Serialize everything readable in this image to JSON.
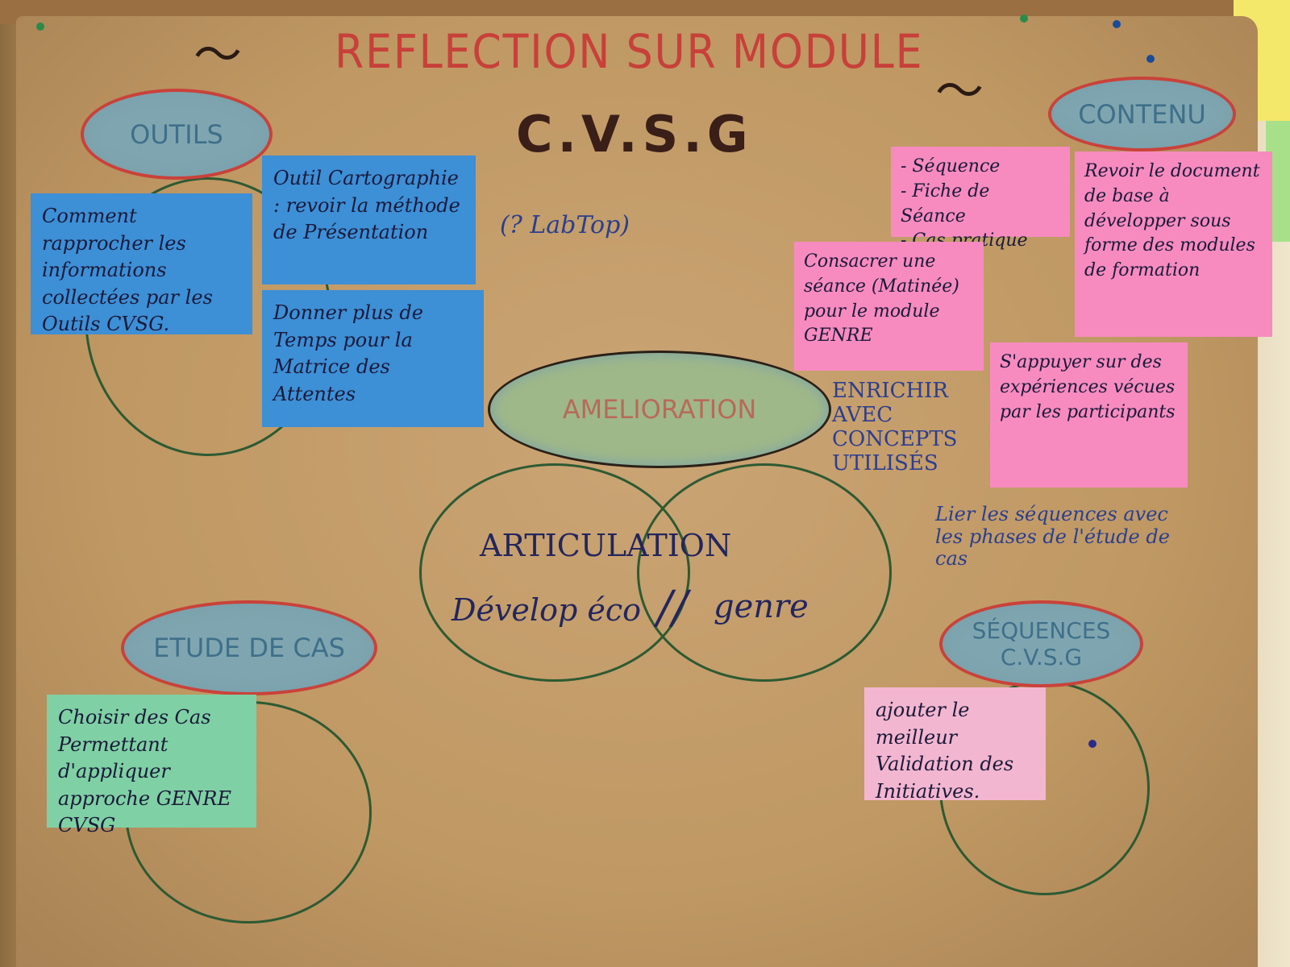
{
  "poster": {
    "title": "REFLECTION SUR MODULE",
    "subtitle": "C.V.S.G"
  },
  "clouds": {
    "outils": "OUTILS",
    "contenu": "CONTENU",
    "amelioration": "AMELIORATION",
    "etude_de_cas": "ETUDE DE CAS",
    "sequences": "SÉQUENCES C.V.S.G"
  },
  "notes": {
    "outils_1": "Comment rapprocher les informations collectées par les Outils CVSG.",
    "outils_2": "Outil Cartographie : revoir la méthode de Présentation",
    "outils_3": "Donner plus de Temps pour la Matrice des Attentes",
    "contenu_1": "- Séquence\n- Fiche de Séance\n- Cas pratique",
    "contenu_2": "Revoir le document de base à développer sous forme des modules de formation",
    "contenu_3": "Consacrer une séance (Matinée) pour le module GENRE",
    "contenu_4": "S'appuyer sur des expériences vécues par les participants",
    "etude_1": "Choisir des Cas Permettant d'appliquer approche GENRE CVSG",
    "sequences_1": "ajouter le meilleur Validation des Initiatives."
  },
  "handwriting": {
    "labtop": "(? LabTop)",
    "enrichir": "ENRICHIR AVEC CONCEPTS UTILISÉS",
    "lier": "Lier les séquences avec les phases de l'étude de cas",
    "articulation": "ARTICULATION",
    "developpement": "Dévelop éco",
    "separator": "//",
    "genre": "genre"
  },
  "colors": {
    "kraft_paper": "#c29a66",
    "title_red": "#c8403a",
    "note_blue": "#3d8fd6",
    "note_pink": "#f78bbf",
    "note_green": "#7fd0a4"
  }
}
